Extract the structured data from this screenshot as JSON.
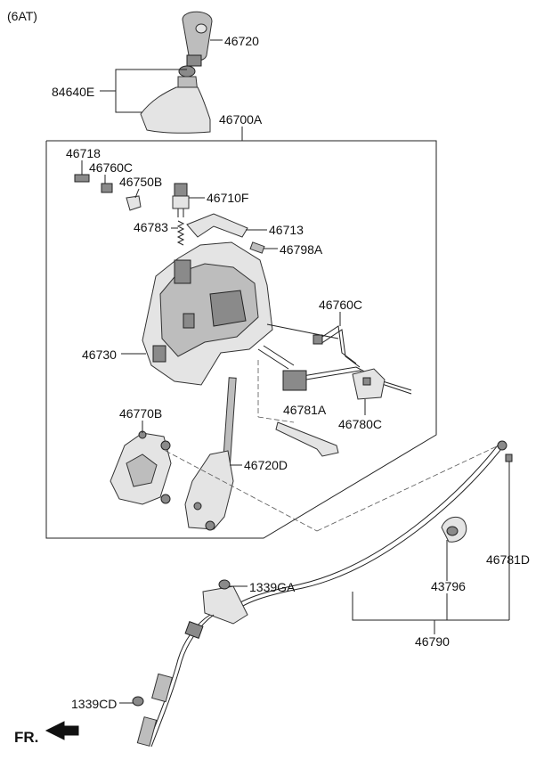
{
  "variant_label": "(6AT)",
  "direction_label": "FR.",
  "callouts": {
    "knob": "46720",
    "boot": "84640E",
    "assembly": "46700A",
    "clip_46718": "46718",
    "bracket_46760c_top": "46760C",
    "clip_46750b": "46750B",
    "switch_46710f": "46710F",
    "spring_46783": "46783",
    "cover_46713": "46713",
    "pin_46798a": "46798A",
    "harness_46760c": "46760C",
    "housing_46730": "46730",
    "bracket_46770b": "46770B",
    "rod_46781a": "46781A",
    "solenoid_46780c": "46780C",
    "lever_46720d": "46720D",
    "nut_1339ga": "1339GA",
    "bushing_43796": "43796",
    "clip_46781d": "46781D",
    "cable_46790": "46790",
    "nut_1339cd": "1339CD"
  }
}
